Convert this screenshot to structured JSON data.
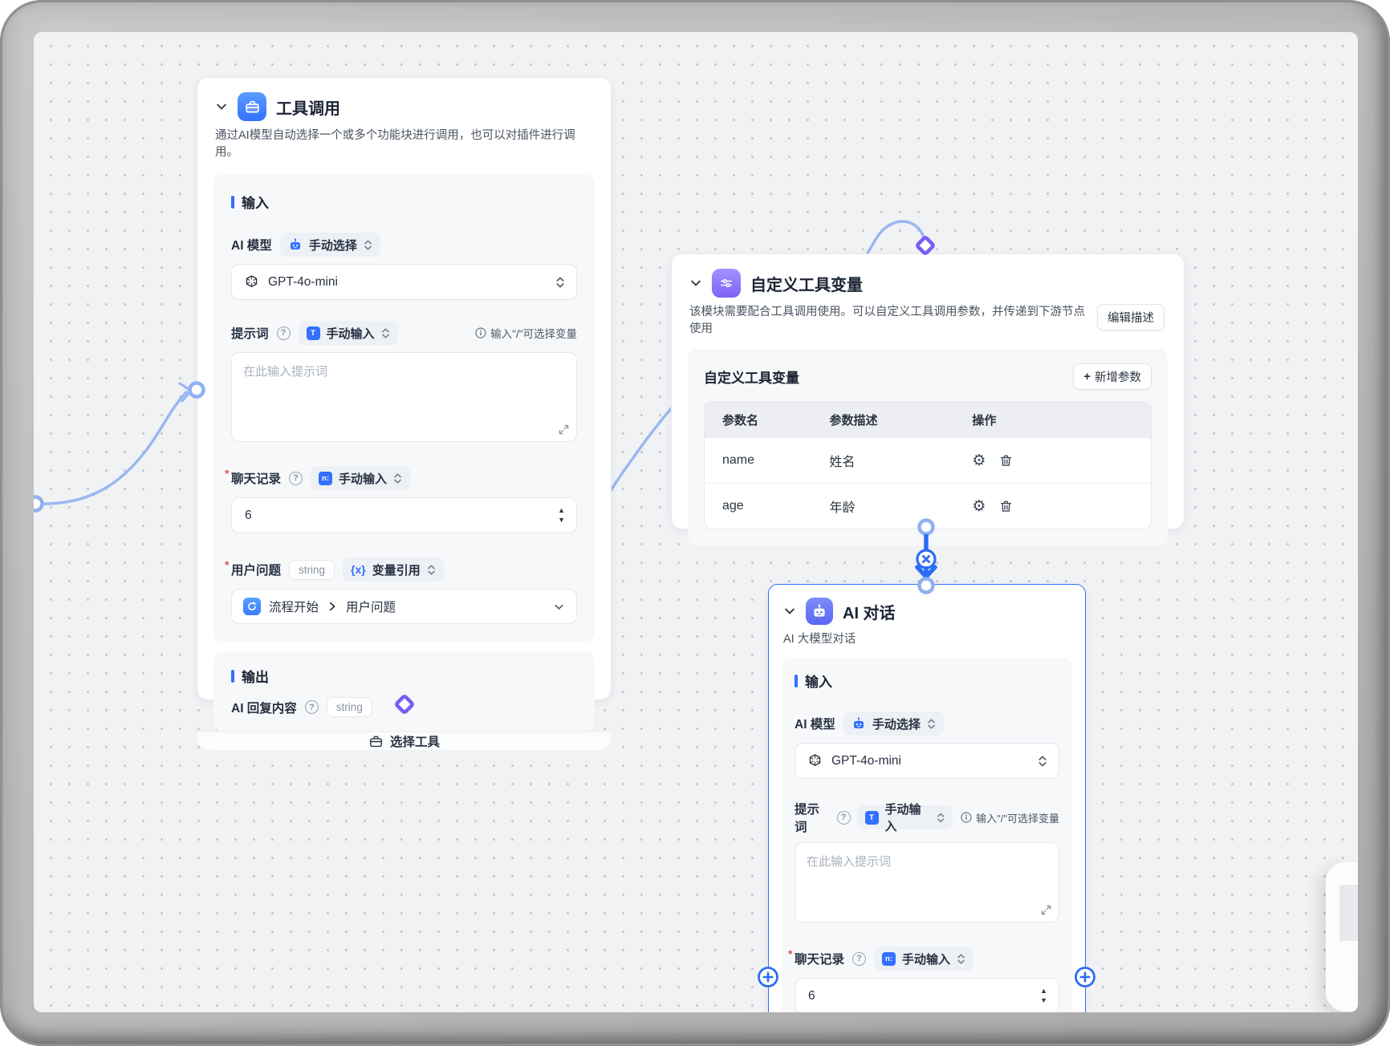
{
  "icons": {
    "help": "?",
    "up_triangle": "▲",
    "down_triangle": "▼",
    "plus": "+",
    "gear": "⚙",
    "text_type": "T",
    "number_type": "n:",
    "variable_ref": "{x}"
  },
  "tool_node": {
    "title": "工具调用",
    "description": "通过AI模型自动选择一个或多个功能块进行调用，也可以对插件进行调用。",
    "input_title": "输入",
    "model_label": "AI 模型",
    "model_mode": "手动选择",
    "model_value": "GPT-4o-mini",
    "prompt_label": "提示词",
    "prompt_mode": "手动输入",
    "prompt_hint": "输入\"/\"可选择变量",
    "prompt_placeholder": "在此输入提示词",
    "history_label": "聊天记录",
    "history_mode": "手动输入",
    "history_value": "6",
    "question_label": "用户问题",
    "question_type": "string",
    "question_mode": "变量引用",
    "ref_source": "流程开始",
    "ref_field": "用户问题",
    "output_title": "输出",
    "output_label": "AI 回复内容",
    "output_type": "string",
    "footer_button": "选择工具"
  },
  "vars_node": {
    "title": "自定义工具变量",
    "description": "该模块需要配合工具调用使用。可以自定义工具调用参数，并传递到下游节点使用",
    "edit_button": "编辑描述",
    "panel_title": "自定义工具变量",
    "add_button": "新增参数",
    "col_name": "参数名",
    "col_desc": "参数描述",
    "col_ops": "操作",
    "rows": [
      {
        "name": "name",
        "desc": "姓名"
      },
      {
        "name": "age",
        "desc": "年龄"
      }
    ]
  },
  "chat_node": {
    "title": "AI 对话",
    "subtitle": "AI 大模型对话",
    "input_title": "输入",
    "model_label": "AI 模型",
    "model_mode": "手动选择",
    "model_value": "GPT-4o-mini",
    "prompt_label": "提示词",
    "prompt_mode": "手动输入",
    "prompt_hint": "输入\"/\"可选择变量",
    "prompt_placeholder": "在此输入提示词",
    "history_label": "聊天记录",
    "history_mode": "手动输入",
    "history_value": "6"
  },
  "colors": {
    "accent": "#3370ff",
    "edge": "#99b6f2",
    "connector": "#2b6cf6",
    "diamond": "#7a5cf5"
  }
}
